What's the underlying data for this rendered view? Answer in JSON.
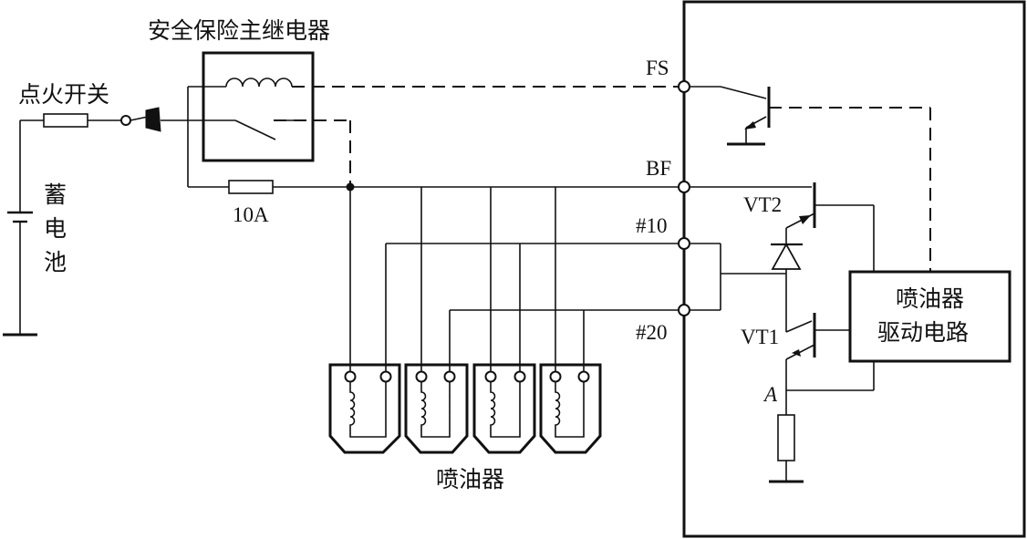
{
  "labels": {
    "main_relay": "安全保险主继电器",
    "ignition_switch": "点火开关",
    "battery_1": "蓄",
    "battery_2": "电",
    "battery_3": "池",
    "fuse": "10A",
    "injectors": "喷油器",
    "driver_1": "喷油器",
    "driver_2": "驱动电路",
    "terminal_fs": "FS",
    "terminal_bf": "BF",
    "terminal_10": "#10",
    "terminal_20": "#20",
    "vt1": "VT1",
    "vt2": "VT2",
    "node_a": "A"
  }
}
